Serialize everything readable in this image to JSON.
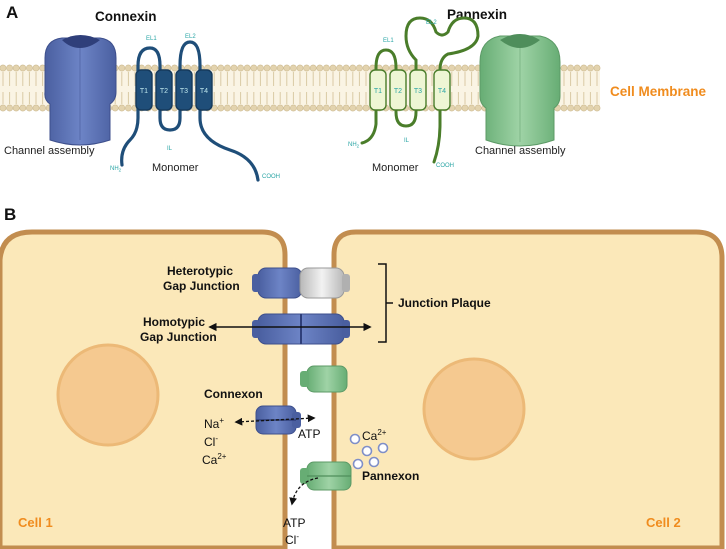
{
  "panel_a": {
    "letter": "A",
    "connexin": {
      "title": "Connexin",
      "assembly_label": "Channel assembly",
      "monomer_label": "Monomer",
      "segments": [
        "T1",
        "T2",
        "T3",
        "T4"
      ],
      "el1": "EL1",
      "el2": "EL2",
      "il": "IL",
      "n_term": "NH",
      "n_term_sub": "2",
      "c_term": "COOH"
    },
    "pannexin": {
      "title": "Pannexin",
      "assembly_label": "Channel assembly",
      "monomer_label": "Monomer",
      "segments": [
        "T1",
        "T2",
        "T3",
        "T4"
      ],
      "el1": "EL1",
      "el2": "EL2",
      "il": "IL",
      "n_term": "NH",
      "n_term_sub": "2",
      "c_term": "COOH"
    },
    "membrane_label": "Cell Membrane"
  },
  "panel_b": {
    "letter": "B",
    "heterotypic": [
      "Heterotypic",
      "Gap Junction"
    ],
    "homotypic": [
      "Homotypic",
      "Gap Junction"
    ],
    "junction_plaque": "Junction Plaque",
    "connexon": "Connexon",
    "ions_left": {
      "na": "Na",
      "na_sup": "+",
      "cl": "Cl",
      "cl_sup": "-",
      "ca": "Ca",
      "ca_sup": "2+"
    },
    "atp_mid": "ATP",
    "ca_right": {
      "base": "Ca",
      "sup": "2+"
    },
    "pannexon": "Pannexon",
    "bottom_release": {
      "atp": "ATP",
      "cl": "Cl",
      "cl_sup": "-"
    },
    "cell1": "Cell 1",
    "cell2": "Cell 2"
  },
  "colors": {
    "connexin_dark": "#1f4e79",
    "connexin_assembly": "#5a6fb0",
    "pannexin_green": "#4a7d2a",
    "pannexin_fill": "#e8f3c8",
    "pannexin_assembly": "#7fbf88",
    "membrane_label": "#f08c1e",
    "cell_fill": "#fbe8b9",
    "cell_border": "#c28d4f",
    "nucleus": "#f5c990",
    "lipid_head": "#e6d7b6",
    "segment_label": "#2aa5a5"
  }
}
